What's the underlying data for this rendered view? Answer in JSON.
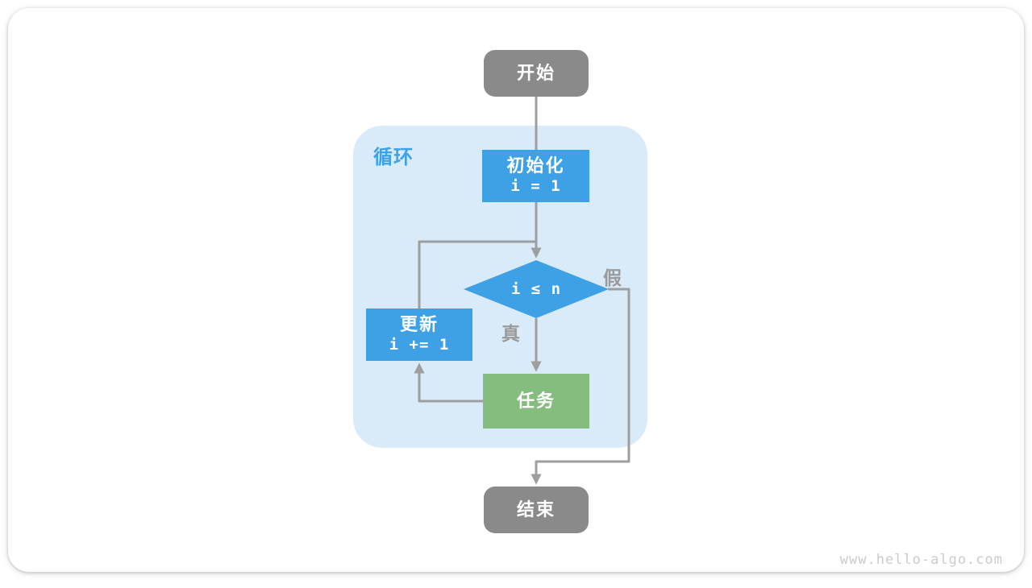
{
  "colors": {
    "node-gray": "#8a8a8a",
    "node-blue": "#3ea1e5",
    "node-green": "#84bd7e",
    "loop-bg": "#d9eaf9",
    "loop-label": "#3da2e8",
    "connector": "#9e9e9e",
    "edge-label": "#9a9a9a",
    "watermark": "#cbcbcb",
    "node-text": "#ffffff"
  },
  "flowchart": {
    "loop_label": "循环",
    "nodes": {
      "start": {
        "label": "开始"
      },
      "init": {
        "label": "初始化",
        "code": "i = 1"
      },
      "condition": {
        "code": "i ≤ n"
      },
      "update": {
        "label": "更新",
        "code": "i += 1"
      },
      "task": {
        "label": "任务"
      },
      "end": {
        "label": "结束"
      }
    },
    "edge_labels": {
      "true_branch": "真",
      "false_branch": "假"
    }
  },
  "watermark": "www.hello-algo.com"
}
